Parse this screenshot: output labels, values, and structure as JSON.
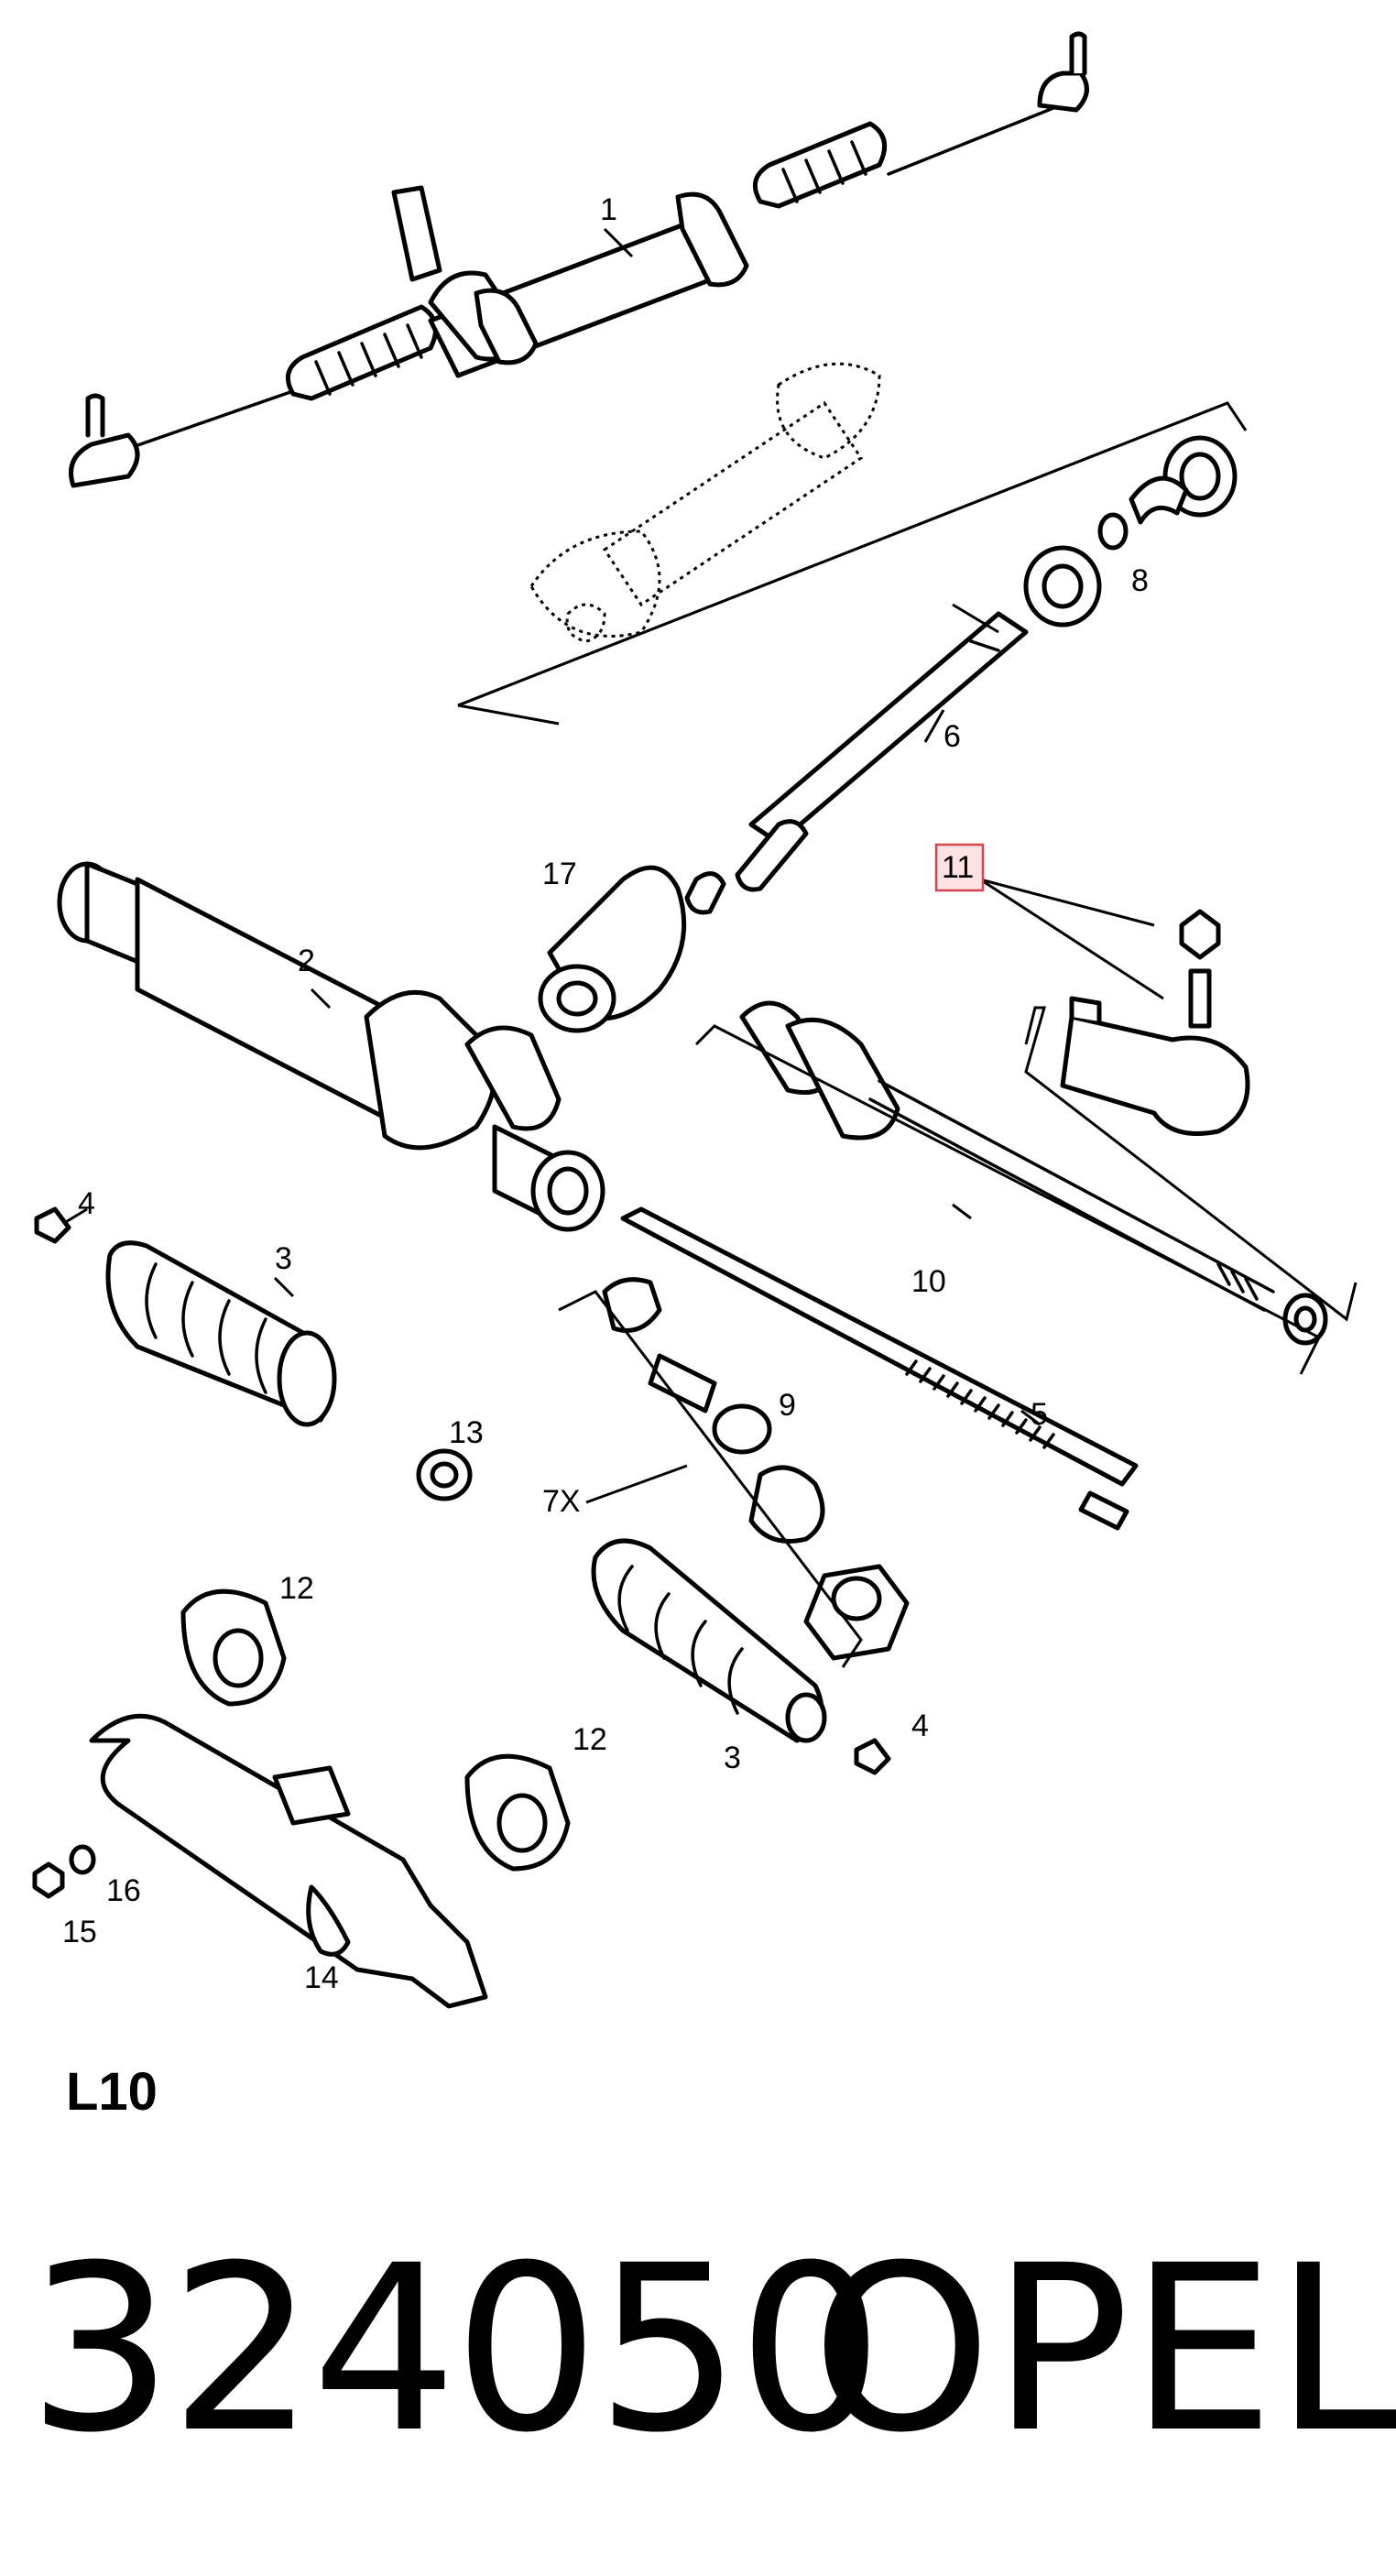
{
  "callouts": {
    "c1": "1",
    "c2": "2",
    "c3a": "3",
    "c3b": "3",
    "c4a": "4",
    "c4b": "4",
    "c5": "5",
    "c6": "6",
    "c7x": "7X",
    "c8": "8",
    "c9": "9",
    "c10": "10",
    "c11": "11",
    "c12a": "12",
    "c12b": "12",
    "c13": "13",
    "c14": "14",
    "c15": "15",
    "c16": "16",
    "c17": "17"
  },
  "section_code": "L10",
  "part_number": "324050",
  "brand": "OPEL",
  "highlight_color": "#d9434b"
}
